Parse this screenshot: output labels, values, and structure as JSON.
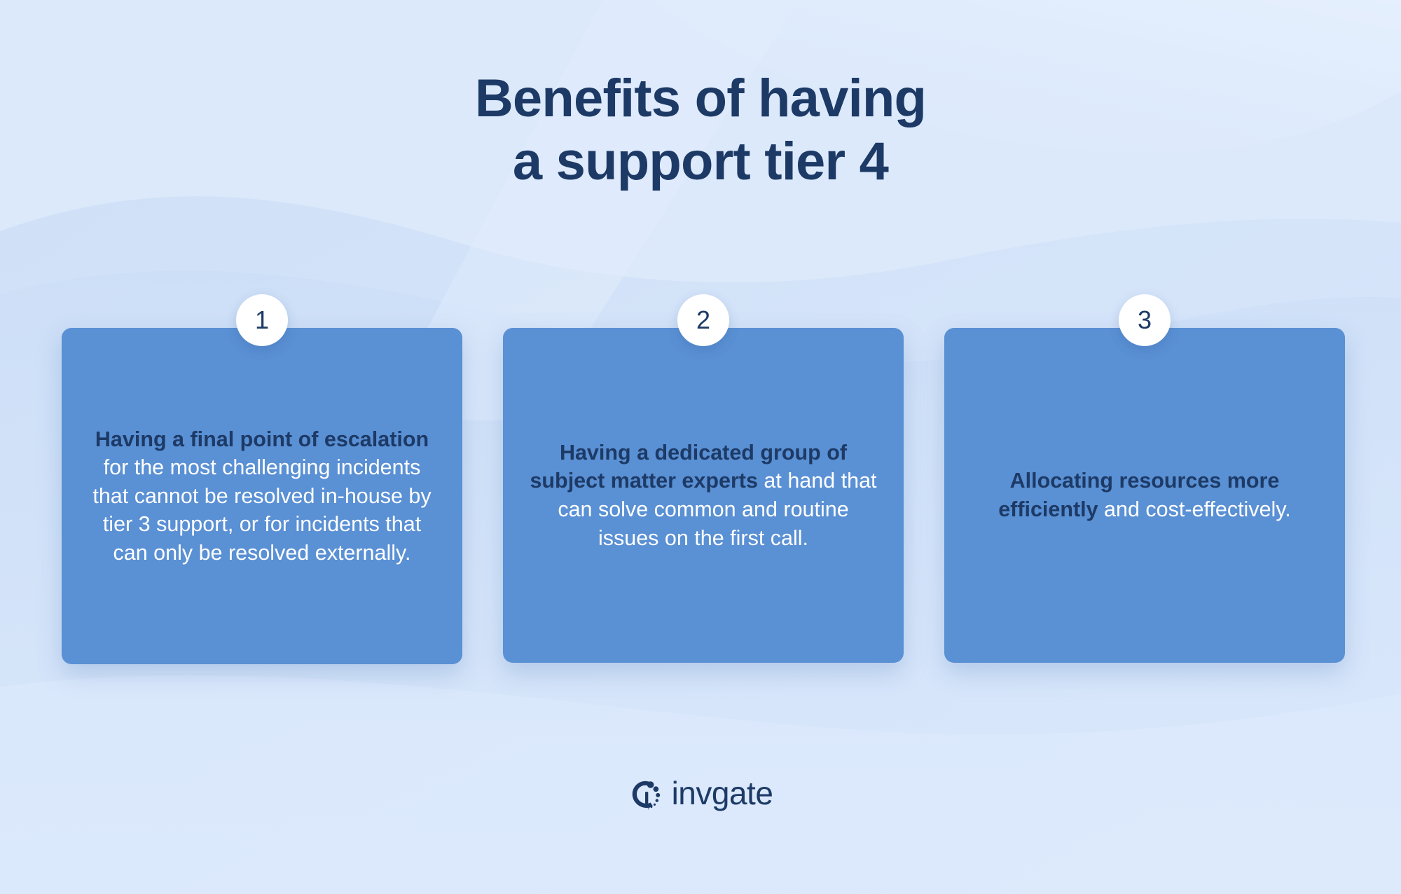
{
  "title": {
    "line1": "Benefits of having",
    "line2": "a support tier 4"
  },
  "cards": [
    {
      "number": "1",
      "lead": "Having a final point of escalation",
      "rest": " for the most challenging incidents that cannot be resolved in-house by tier 3 support, or for incidents that can only be resolved externally."
    },
    {
      "number": "2",
      "lead": "Having a dedicated group of subject matter experts",
      "rest": " at hand that can solve common and routine issues on the first call."
    },
    {
      "number": "3",
      "lead": "Allocating resources more efficiently",
      "rest": " and cost-effectively."
    }
  ],
  "logo": {
    "text": "invgate",
    "mark": "invgate-spiral-icon"
  },
  "colors": {
    "background": "#dbe9fb",
    "wave": "#cfe0f7",
    "card": "#5a90d4",
    "navy": "#1d3a66",
    "white": "#ffffff"
  }
}
